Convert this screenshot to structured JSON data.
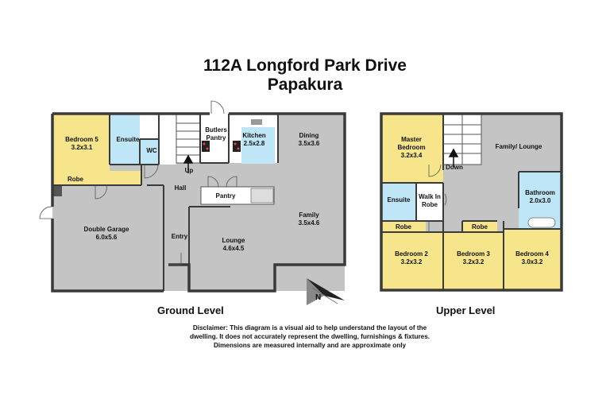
{
  "header": {
    "title_line1": "112A Longford Park Drive",
    "title_line2": "Papakura"
  },
  "ground": {
    "level_label": "Ground Level",
    "rooms": {
      "bedroom5": {
        "name": "Bedroom 5",
        "dims": "3.2x3.1"
      },
      "ensuite": {
        "name": "Ensuite"
      },
      "wc": {
        "name": "WC"
      },
      "robe": {
        "name": "Robe"
      },
      "butlers": {
        "name": "Butlers",
        "name2": "Pantry"
      },
      "kitchen": {
        "name": "Kitchen",
        "dims": "2.5x2.8"
      },
      "dining": {
        "name": "Dining",
        "dims": "3.5x3.6"
      },
      "up": {
        "name": "Up"
      },
      "hall": {
        "name": "Hall"
      },
      "pantry": {
        "name": "Pantry"
      },
      "garage": {
        "name": "Double Garage",
        "dims": "6.0x5.6"
      },
      "entry": {
        "name": "Entry"
      },
      "lounge": {
        "name": "Lounge",
        "dims": "4.6x4.5"
      },
      "family": {
        "name": "Family",
        "dims": "3.5x4.6"
      }
    }
  },
  "upper": {
    "level_label": "Upper Level",
    "rooms": {
      "master": {
        "name": "Master",
        "name2": "Bedroom",
        "dims": "3.2x3.4"
      },
      "down": {
        "name": "Down"
      },
      "family_lounge": {
        "name": "Family/ Lounge"
      },
      "ensuite": {
        "name": "Ensuite"
      },
      "walkin": {
        "name": "Walk In",
        "name2": "Robe"
      },
      "bathroom": {
        "name": "Bathroom",
        "dims": "2.0x3.0"
      },
      "robe1": {
        "name": "Robe"
      },
      "robe2": {
        "name": "Robe"
      },
      "bedroom2": {
        "name": "Bedroom 2",
        "dims": "3.2x3.2"
      },
      "bedroom3": {
        "name": "Bedroom 3",
        "dims": "3.2x3.2"
      },
      "bedroom4": {
        "name": "Bedroom 4",
        "dims": "3.0x3.2"
      }
    }
  },
  "compass": {
    "label": "N"
  },
  "disclaimer": "Disclaimer: This diagram is a visual aid to help understand the layout of the dwelling. It does not accurately represent the dwelling, furnishings & fixtures. Dimensions are measured internally and are approximate only",
  "colors": {
    "bedroom": "#f6e58a",
    "wet": "#bfe6f7",
    "living": "#c4c4c4",
    "white": "#ffffff",
    "wall": "#3a3a3a"
  }
}
